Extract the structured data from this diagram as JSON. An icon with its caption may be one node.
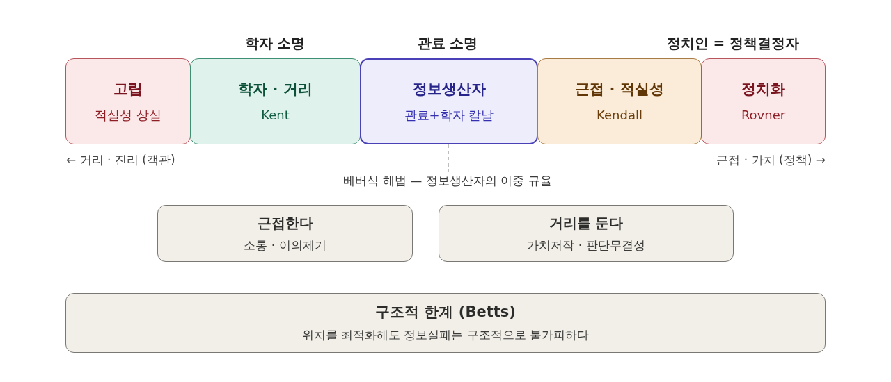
{
  "diagram": {
    "nodes": [
      {
        "text": [
          "고립",
          "적실성 상실"
        ]
      },
      {
        "text": [
          "학자 · 거리",
          "Kent"
        ],
        "beside": [
          "학자 소명"
        ]
      },
      {
        "text": [
          "정보생산자",
          "관료+학자 칼날"
        ],
        "beside": [
          "관료 소명"
        ]
      },
      {
        "text": [
          "근접 · 적실성",
          "Kendall"
        ]
      },
      {
        "text": [
          "정치화",
          "Rovner"
        ],
        "beside": [
          "정치인 = 정책결정자"
        ]
      },
      {
        "text": [
          "베버식 해법 — 정보생산자의 이중 규율"
        ]
      },
      {
        "text": [
          "근접한다",
          "소통 · 이의제기"
        ]
      },
      {
        "text": [
          "거리를 둔다",
          "가치저작 · 판단무결성"
        ]
      },
      {
        "text": [
          "구조적 한계 (Betts)",
          "위치를 최적화해도 정보실패는 구조적으로 불가피하다"
        ]
      }
    ],
    "edges": [
      {
        "from": 2,
        "to": 5,
        "arrow": "none",
        "style": "dashed"
      }
    ],
    "labels": [
      "← 거리 · 진리 (객관)",
      "근접 · 가치 (정책) →"
    ]
  }
}
